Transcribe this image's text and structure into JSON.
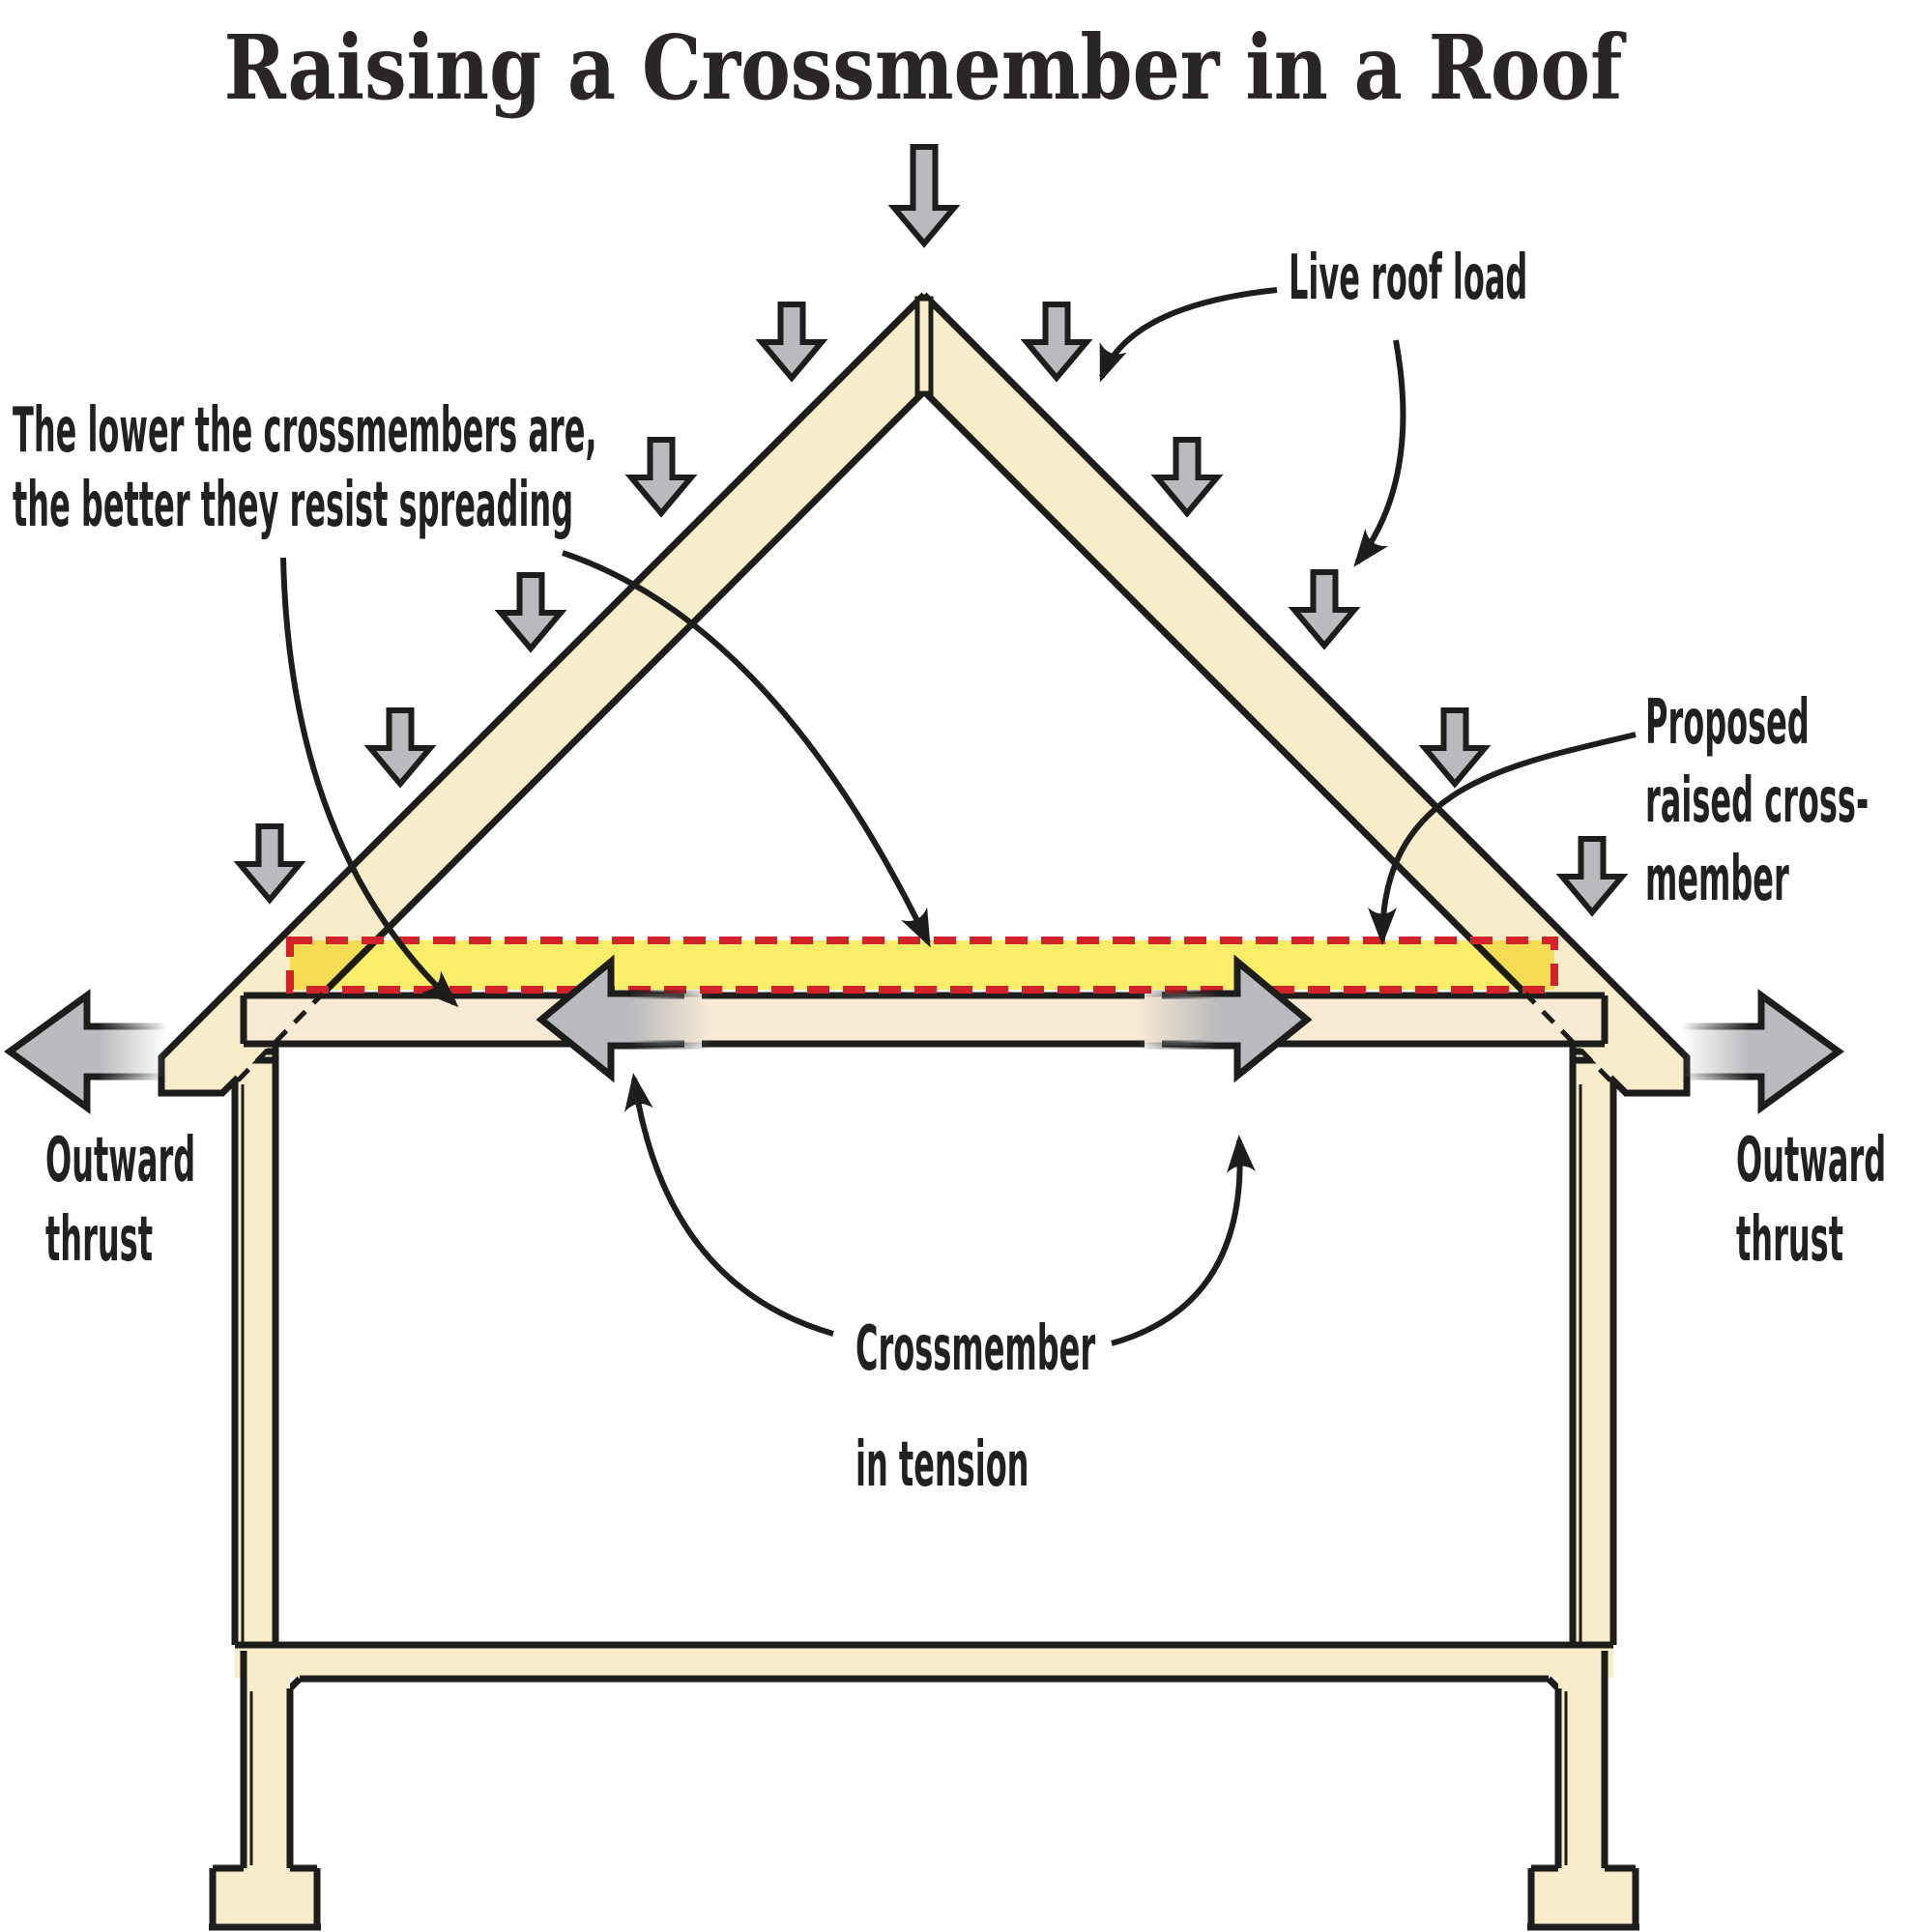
{
  "title": "Raising a Crossmember in a Roof",
  "annotations": {
    "live_roof_load": "Live roof load",
    "lower_crossmembers_line1": "The lower the crossmembers are,",
    "lower_crossmembers_line2": "the better they resist spreading",
    "proposed_line1": "Proposed",
    "proposed_line2": "raised cross-",
    "proposed_line3": "member",
    "outward_left_line1": "Outward",
    "outward_left_line2": "thrust",
    "outward_right_line1": "Outward",
    "outward_right_line2": "thrust",
    "tension_line1": "Crossmember",
    "tension_line2": "in tension"
  },
  "colors": {
    "wood": "#f9ecca",
    "wood_light": "#f8ead5",
    "highlight_yellow": "#fcee68",
    "dash_red": "#d2232a",
    "arrow_gray": "#b9babd",
    "ink": "#1d1d1b",
    "text": "#232021"
  },
  "load_arrow_count": 11
}
